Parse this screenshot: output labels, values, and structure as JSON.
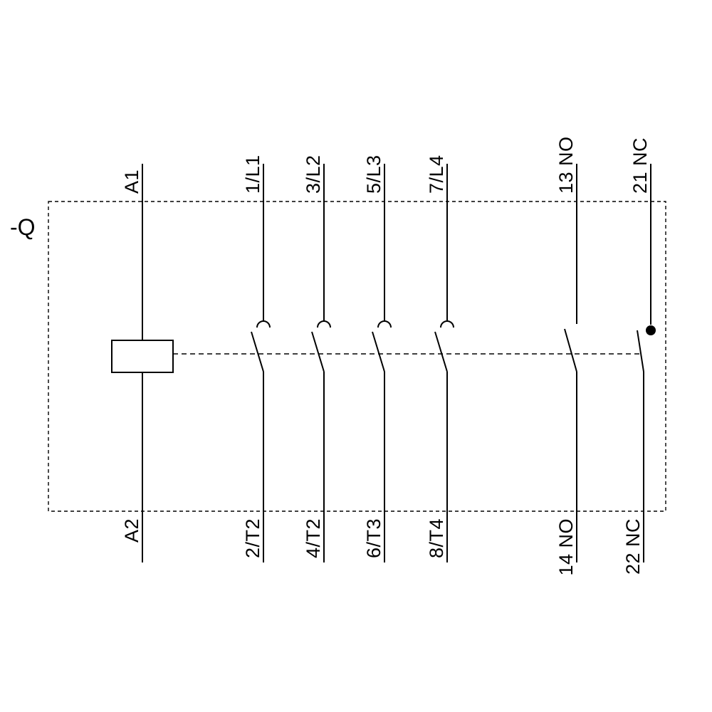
{
  "diagram": {
    "reference_label": "-Q",
    "coil": {
      "top_label": "A1",
      "bottom_label": "A2"
    },
    "poles": [
      {
        "top_label": "1/L1",
        "bottom_label": "2/T2",
        "symbol": "main-no-contact"
      },
      {
        "top_label": "3/L2",
        "bottom_label": "4/T2",
        "symbol": "main-no-contact"
      },
      {
        "top_label": "5/L3",
        "bottom_label": "6/T3",
        "symbol": "main-no-contact"
      },
      {
        "top_label": "7/L4",
        "bottom_label": "8/T4",
        "symbol": "main-no-contact"
      },
      {
        "top_label": "13 NO",
        "bottom_label": "14 NO",
        "symbol": "aux-no-contact"
      },
      {
        "top_label": "21 NC",
        "bottom_label": "22 NC",
        "symbol": "aux-nc-contact"
      }
    ],
    "colors": {
      "line": "#000000",
      "background": "#ffffff"
    }
  }
}
